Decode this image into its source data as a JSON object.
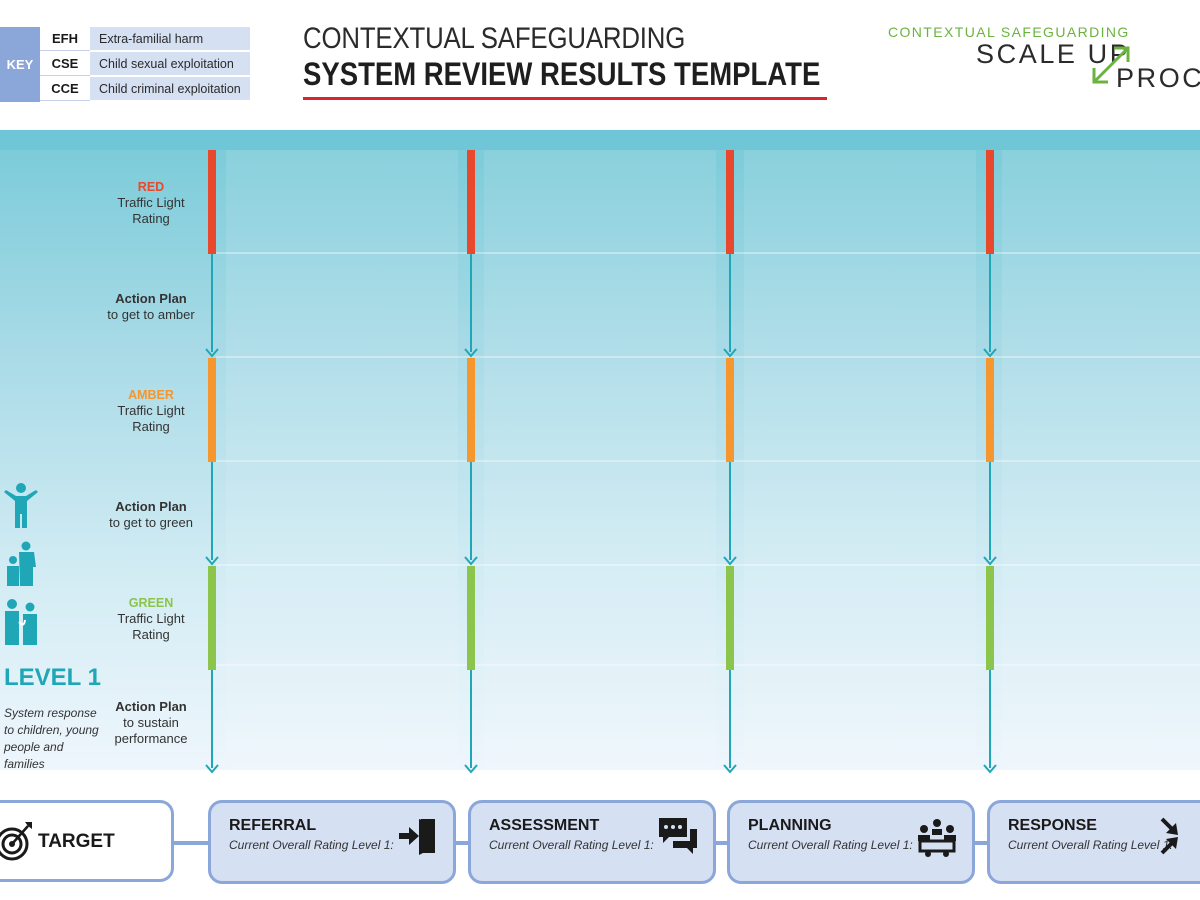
{
  "key": {
    "label": "KEY",
    "rows": [
      {
        "abbr": "EFH",
        "desc": "Extra-familial harm"
      },
      {
        "abbr": "CSE",
        "desc": "Child sexual exploitation"
      },
      {
        "abbr": "CCE",
        "desc": "Child criminal exploitation"
      }
    ]
  },
  "title": {
    "line1": "CONTEXTUAL SAFEGUARDING",
    "line2": "SYSTEM REVIEW RESULTS TEMPLATE"
  },
  "logo": {
    "top": "CONTEXTUAL SAFEGUARDING",
    "mid": "SCALE UP",
    "bot": "PROCE"
  },
  "colors": {
    "red": "#e8492c",
    "amber": "#f5962f",
    "green": "#8cc54b",
    "teal": "#1fa7b8",
    "periwinkle": "#8ba6d9"
  },
  "rows": {
    "red": {
      "word": "RED",
      "line1": "Traffic Light",
      "line2": "Rating"
    },
    "action_amber": {
      "bold": "Action Plan",
      "line1": "to get to amber"
    },
    "amber": {
      "word": "AMBER",
      "line1": "Traffic Light",
      "line2": "Rating"
    },
    "action_green": {
      "bold": "Action Plan",
      "line1": "to get to green"
    },
    "green": {
      "word": "GREEN",
      "line1": "Traffic Light",
      "line2": "Rating"
    },
    "action_sustain": {
      "bold": "Action Plan",
      "line1": "to sustain",
      "line2": "performance"
    }
  },
  "level": {
    "title": "LEVEL 1",
    "desc": "System response to children, young people and families"
  },
  "target": {
    "label": "TARGET"
  },
  "stages": [
    {
      "title": "REFERRAL",
      "sub": "Current Overall Rating Level 1:",
      "icon": "door-enter-icon"
    },
    {
      "title": "ASSESSMENT",
      "sub": "Current Overall Rating Level 1:",
      "icon": "chat-bubbles-icon"
    },
    {
      "title": "PLANNING",
      "sub": "Current Overall Rating Level 1:",
      "icon": "meeting-table-icon"
    },
    {
      "title": "RESPONSE",
      "sub": "Current Overall Rating Level 1:",
      "icon": "arrows-inward-icon"
    }
  ]
}
